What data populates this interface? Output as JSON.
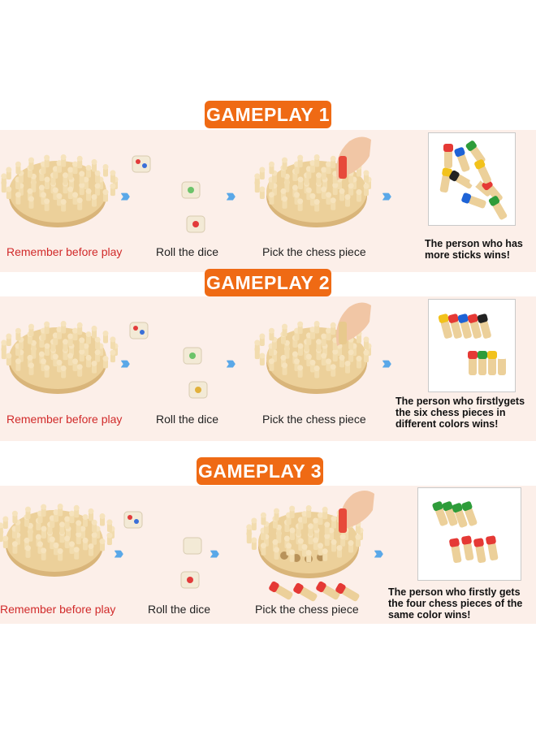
{
  "sections": [
    {
      "badge": "GAMEPLAY 1",
      "captions": [
        "Remember before play",
        "Roll the dice",
        "Pick the chess piece"
      ],
      "result": "The person who has more sticks wins!"
    },
    {
      "badge": "GAMEPLAY 2",
      "captions": [
        "Remember before play",
        "Roll the dice",
        "Pick the chess piece"
      ],
      "result": "The person who firstlygets the six chess pieces in different colors wins!"
    },
    {
      "badge": "GAMEPLAY 3",
      "captions": [
        "Remember before play",
        "Roll the dice",
        "Pick the chess piece"
      ],
      "result": "The person who firstly gets the four chess pieces of the same color wins!"
    }
  ],
  "arrow_glyph": "›››››",
  "colors": {
    "badge": "#ef6a14",
    "band": "#fcefe9",
    "arrow": "#5aa8e8",
    "wood": "#e8c98d",
    "caption_red": "#d12a2a"
  },
  "icons": [
    "wooden-board-icon",
    "dice-icon",
    "hand-icon",
    "chess-piece-icon"
  ]
}
